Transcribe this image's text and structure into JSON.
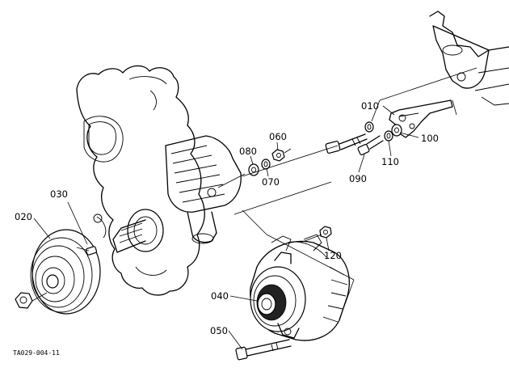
{
  "drawing_code": "TA029-004-11",
  "callouts": {
    "c010": "010",
    "c020": "020",
    "c030": "030",
    "c040": "040",
    "c050": "050",
    "c060": "060",
    "c070": "070",
    "c080": "080",
    "c090": "090",
    "c100": "100",
    "c110": "110",
    "c120": "120"
  }
}
